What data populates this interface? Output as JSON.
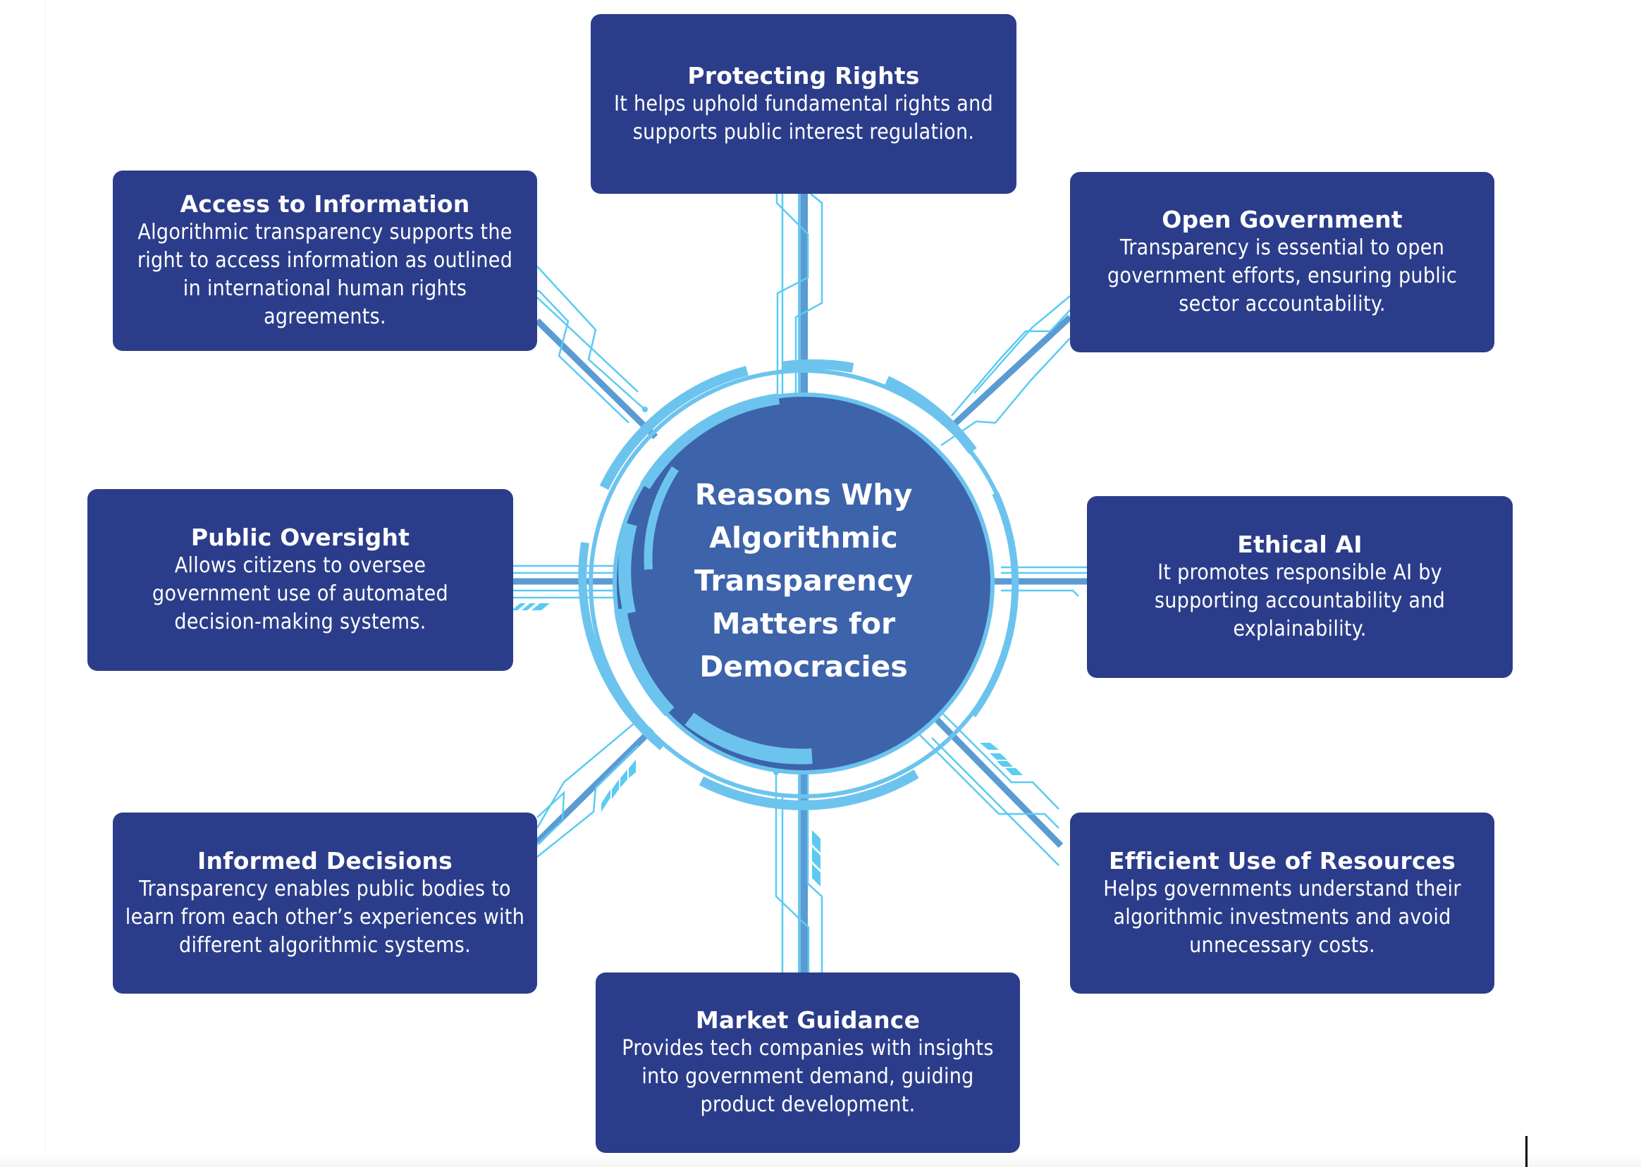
{
  "diagram": {
    "center_title": "Reasons Why Algorithmic Transparency Matters for Democracies",
    "colors": {
      "card_background": "#2B3D8A",
      "hub_fill": "#3D63AA",
      "ring_light": "#6CC4EE",
      "connector_main": "#5A9BD4",
      "circuit_line": "#5BCBF2",
      "text": "#FFFFFF"
    },
    "reasons": [
      {
        "id": "protecting-rights",
        "title": "Protecting Rights",
        "description": "It helps uphold fundamental rights and supports public interest regulation."
      },
      {
        "id": "access-to-information",
        "title": "Access to Information",
        "description": "Algorithmic transparency supports the right to access information as outlined in international human rights agreements."
      },
      {
        "id": "open-government",
        "title": "Open Government",
        "description": "Transparency is essential to open government efforts, ensuring public sector accountability."
      },
      {
        "id": "public-oversight",
        "title": "Public Oversight",
        "description": "Allows citizens to oversee government use of automated decision-making systems."
      },
      {
        "id": "ethical-ai",
        "title": "Ethical AI",
        "description": "It promotes responsible AI by supporting accountability and explainability."
      },
      {
        "id": "informed-decisions",
        "title": "Informed Decisions",
        "description": "Transparency enables public bodies to learn from each other’s experiences with different algorithmic systems."
      },
      {
        "id": "efficient-use-of-resources",
        "title": "Efficient Use of Resources",
        "description": "Helps governments understand their algorithmic investments and avoid unnecessary costs."
      },
      {
        "id": "market-guidance",
        "title": "Market Guidance",
        "description": "Provides tech companies with insights into government demand, guiding product development."
      }
    ]
  }
}
